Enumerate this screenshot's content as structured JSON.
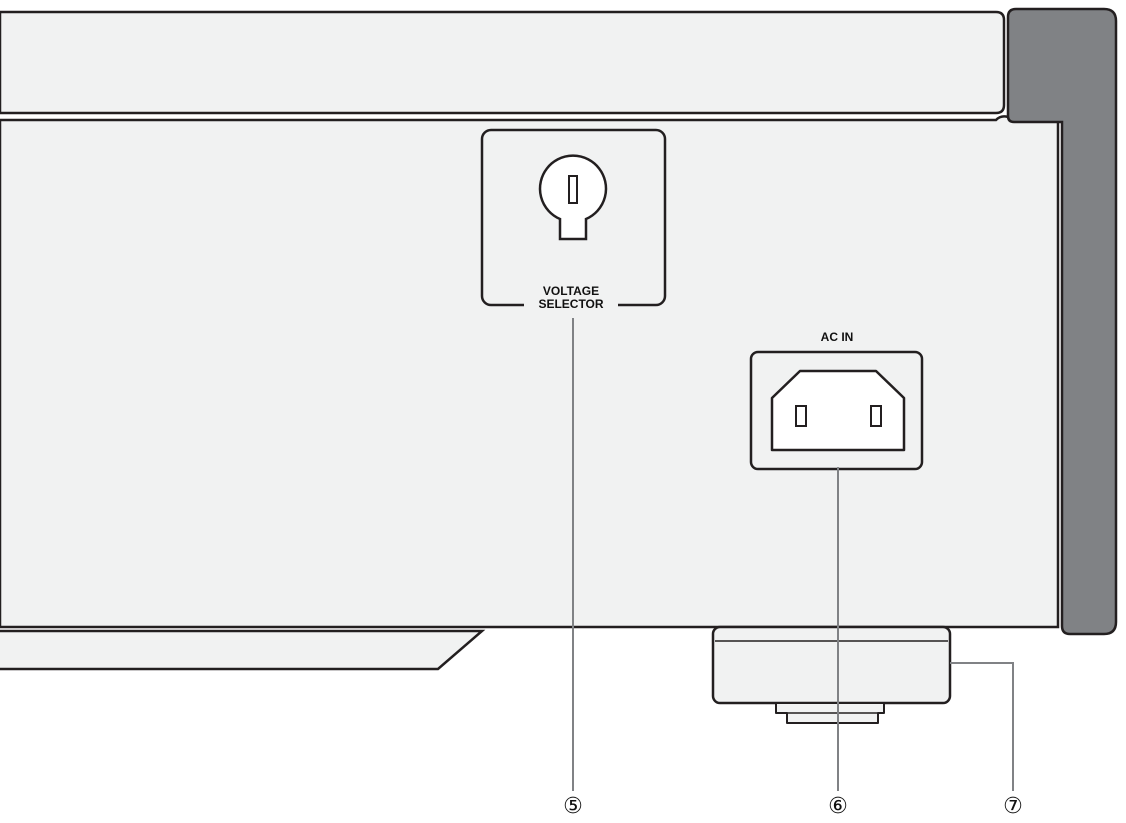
{
  "labels": {
    "voltage_selector_line1": "VOLTAGE",
    "voltage_selector_line2": "SELECTOR",
    "ac_in": "AC IN"
  },
  "callouts": {
    "voltage_selector": "⑤",
    "ac_in": "⑥",
    "foot": "⑦"
  },
  "colors": {
    "panel_fill": "#f1f2f2",
    "side_bracket": "#808285",
    "outline": "#231f20",
    "leader_line": "#808285",
    "background": "#ffffff"
  }
}
